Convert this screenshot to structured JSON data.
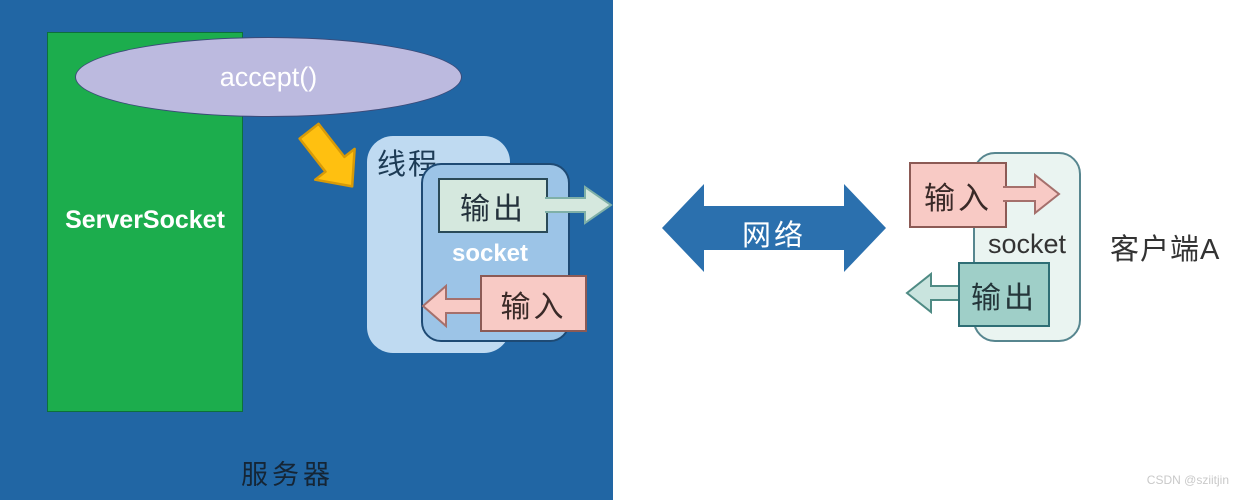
{
  "server": {
    "panel_label": "服务器",
    "server_socket_label": "ServerSocket",
    "accept_label": "accept()",
    "thread_label": "线程",
    "socket_label": "socket",
    "output_label": "输出",
    "input_label": "输入"
  },
  "network": {
    "label": "网络"
  },
  "client": {
    "title": "客户端A",
    "socket_label": "socket",
    "input_label": "输入",
    "output_label": "输出"
  },
  "watermark": "CSDN @sziitjin",
  "colors": {
    "panel-blue": "#2166a4",
    "server-green": "#1cad4d",
    "accept-lavender": "#bcbadf",
    "arrow-yellow": "#ffc010",
    "thread-blue": "#bfdaf1",
    "socket-blue": "#9cc4e7",
    "stream-mint": "#d5e8de",
    "stream-pink": "#f8cac5",
    "client-bg": "#eaf4f1",
    "client-teal": "#9fcfc8",
    "network-blue": "#2b70ae"
  }
}
